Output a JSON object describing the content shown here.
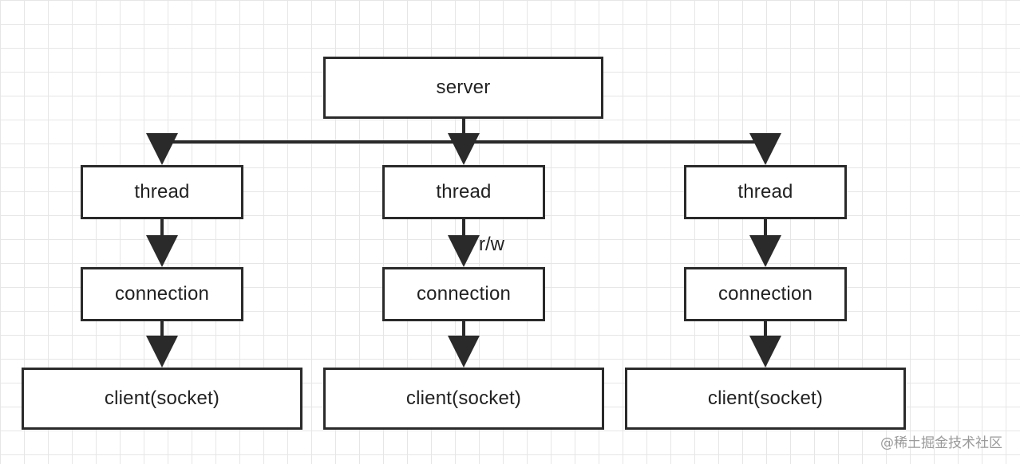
{
  "server": {
    "label": "server"
  },
  "columns": [
    {
      "thread": "thread",
      "connection": "connection",
      "client": "client(socket)"
    },
    {
      "thread": "thread",
      "connection": "connection",
      "client": "client(socket)",
      "edge_label": "r/w"
    },
    {
      "thread": "thread",
      "connection": "connection",
      "client": "client(socket)"
    }
  ],
  "watermark": "@稀土掘金技术社区"
}
